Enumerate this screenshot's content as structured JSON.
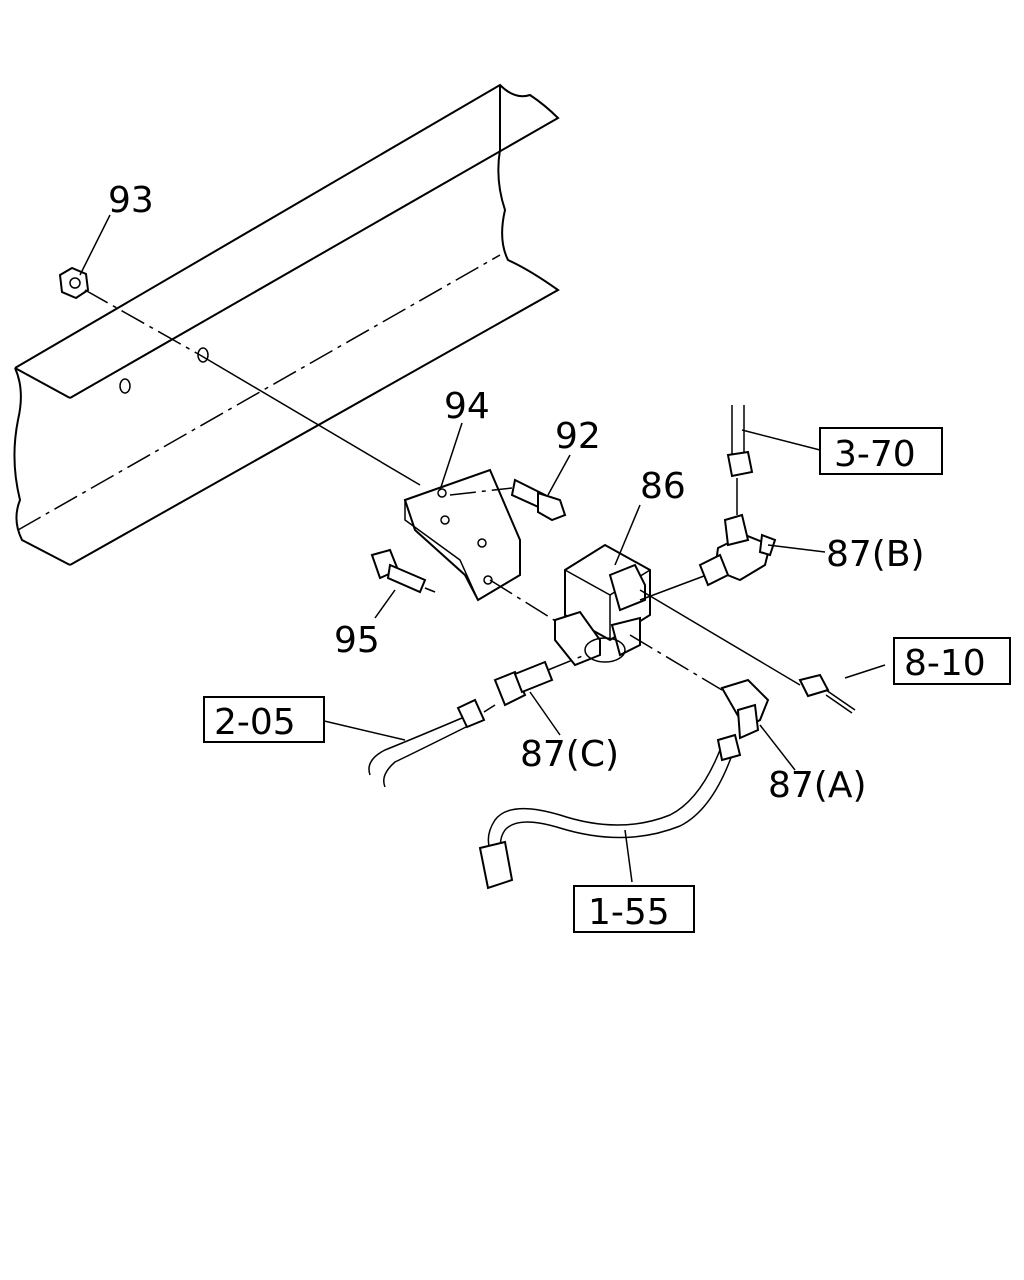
{
  "callouts": {
    "p93": "93",
    "p94": "94",
    "p92": "92",
    "p86": "86",
    "p95": "95",
    "p87b": "87(B)",
    "p87c": "87(C)",
    "p87a": "87(A)"
  },
  "references": {
    "r370": "3-70",
    "r810": "8-10",
    "r205": "2-05",
    "r155": "1-55"
  }
}
